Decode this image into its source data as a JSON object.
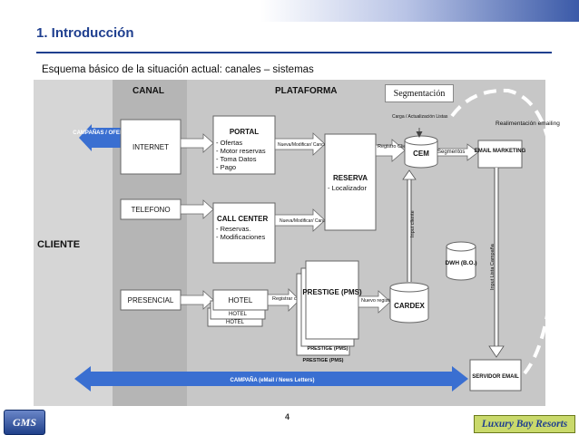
{
  "slide": {
    "title": "1. Introducción",
    "subtitle": "Esquema básico de la situación actual: canales – sistemas",
    "page_number": "4"
  },
  "diagram": {
    "columns": {
      "canal": "CANAL",
      "plataforma": "PLATAFORMA"
    },
    "cliente": "CLIENTE",
    "campanas_ofertas": "CAMPAÑAS / OFERTAS",
    "channels": {
      "internet": "INTERNET",
      "telefono": "TELEFONO",
      "presencial": "PRESENCIAL"
    },
    "portal": {
      "title": "PORTAL",
      "items": [
        "- Ofertas",
        "- Motor reservas",
        "- Toma Datos",
        "- Pago"
      ]
    },
    "call_center": {
      "title": "CALL CENTER",
      "items": [
        "- Reservas.",
        "- Modificaciones"
      ]
    },
    "hotel": {
      "front": "HOTEL",
      "back1": "HOTEL",
      "back2": "HOTEL"
    },
    "reserva": {
      "title": "RESERVA",
      "item": "- Localizador"
    },
    "prestige": {
      "title": "PRESTIGE (PMS)",
      "back1": "PRESTIGE (PMS)",
      "back2": "PRESTIGE (PMS)"
    },
    "cem": "CEM",
    "cardex": "CARDEX",
    "dwh": "DWH (B.O.)",
    "email_marketing": "EMAIL MARKETING",
    "servidor_email": "SERVIDOR EMAIL",
    "segmentacion": "Segmentación",
    "arrows": {
      "nueva_modificar_1": "Nueva/Modificar/ Cancelar Reserva",
      "nueva_modificar_2": "Nueva/Modificar/ Cancelar Reserva",
      "registro_cliente": "Registro Cliente",
      "registrar_cliente": "Registrar cliente",
      "nuevo_registro": "Nuevo registro",
      "segmentos": "Segmentos",
      "carga_actualizacion": "Carga / Actualización Listas",
      "realimentacion": "Realimentación emailing",
      "input_cliente": "Input cliente",
      "input_lista_campana": "Input Lista Campaña",
      "campana": "CAMPAÑA (eMail / News Letters)"
    }
  },
  "logos": {
    "left": "GMS",
    "right": "Luxury Bay Resorts"
  }
}
